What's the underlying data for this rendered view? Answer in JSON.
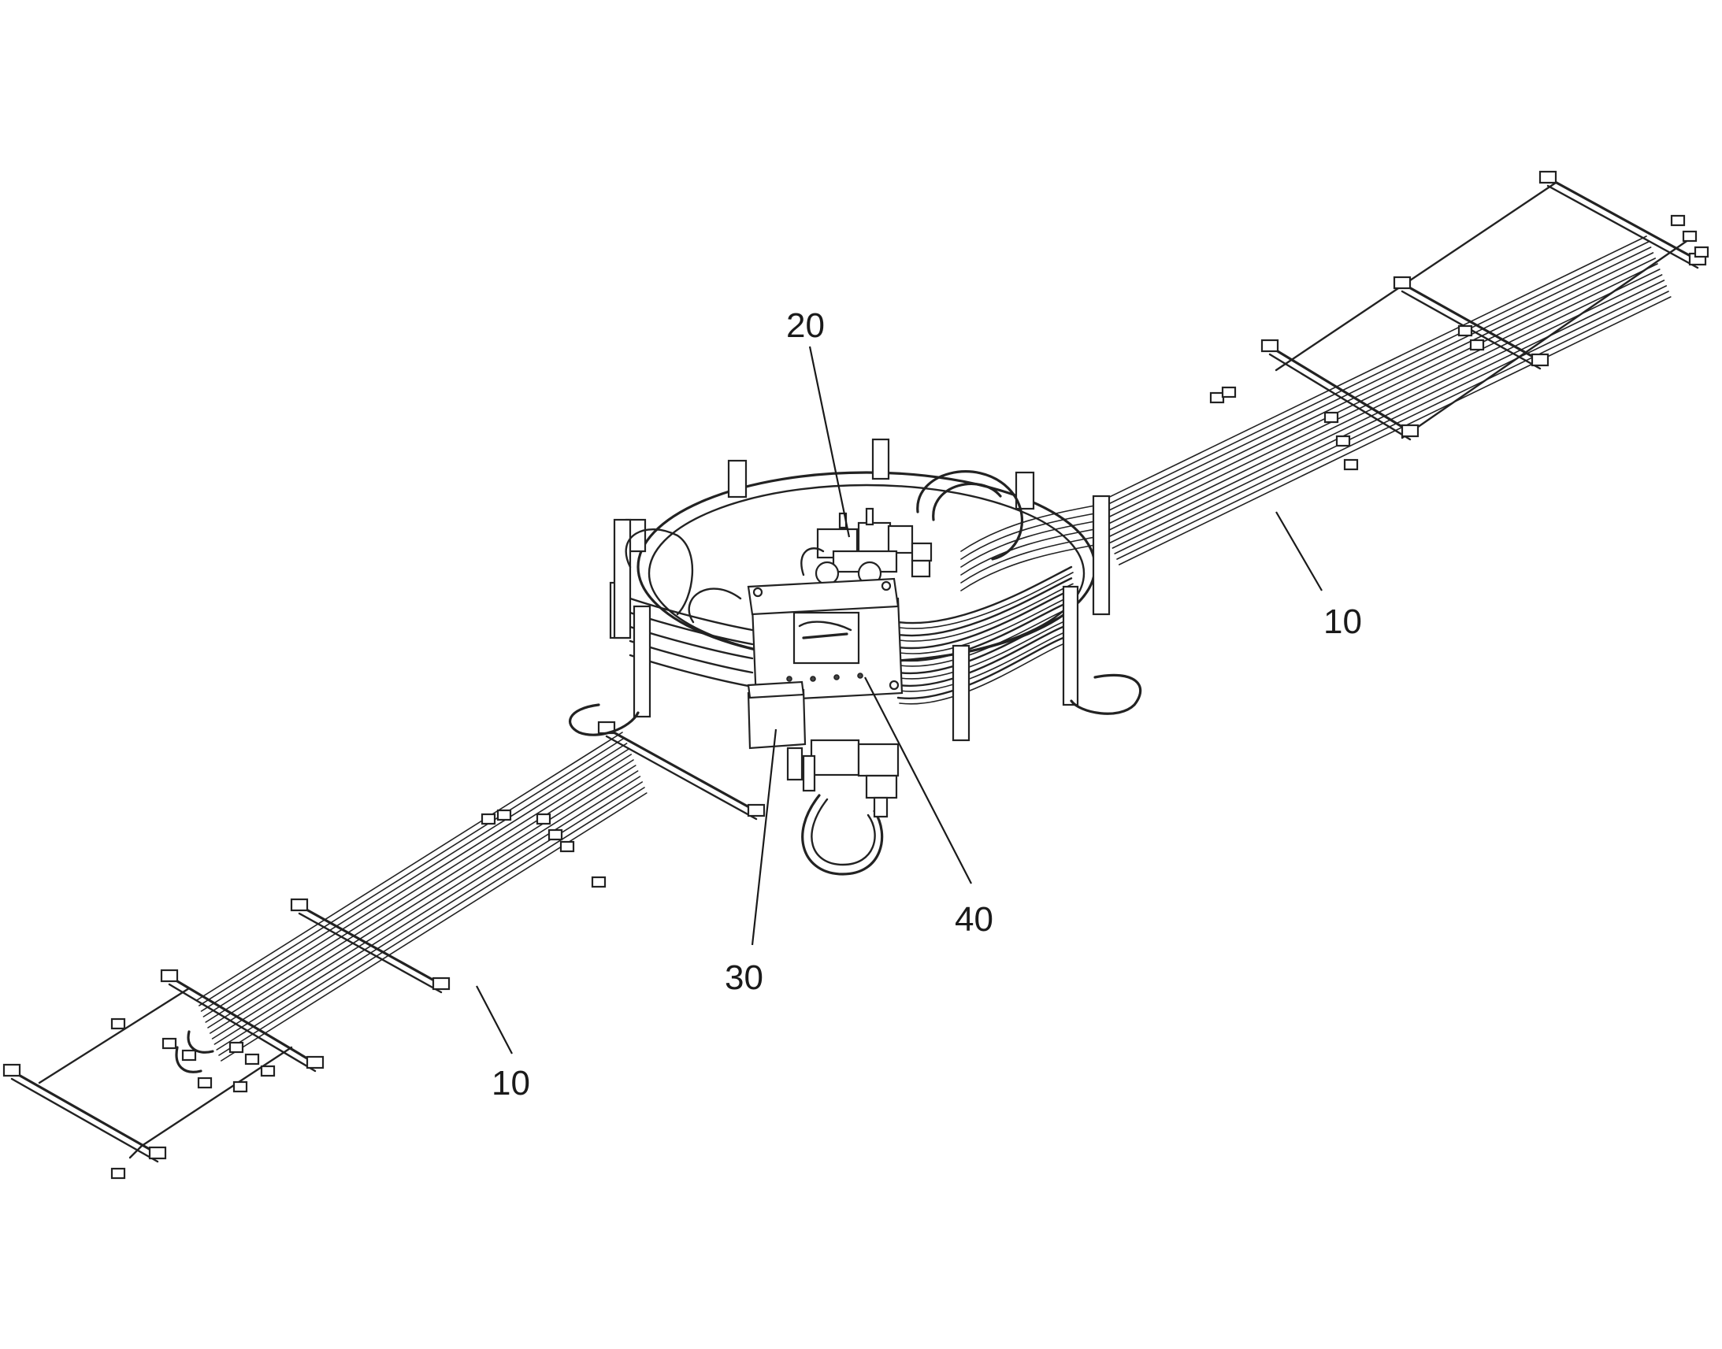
{
  "figure": {
    "reference_labels": [
      {
        "id": "label-20",
        "text": "20"
      },
      {
        "id": "label-10-right",
        "text": "10"
      },
      {
        "id": "label-40",
        "text": "40"
      },
      {
        "id": "label-30",
        "text": "30"
      },
      {
        "id": "label-10-left",
        "text": "10"
      }
    ]
  }
}
